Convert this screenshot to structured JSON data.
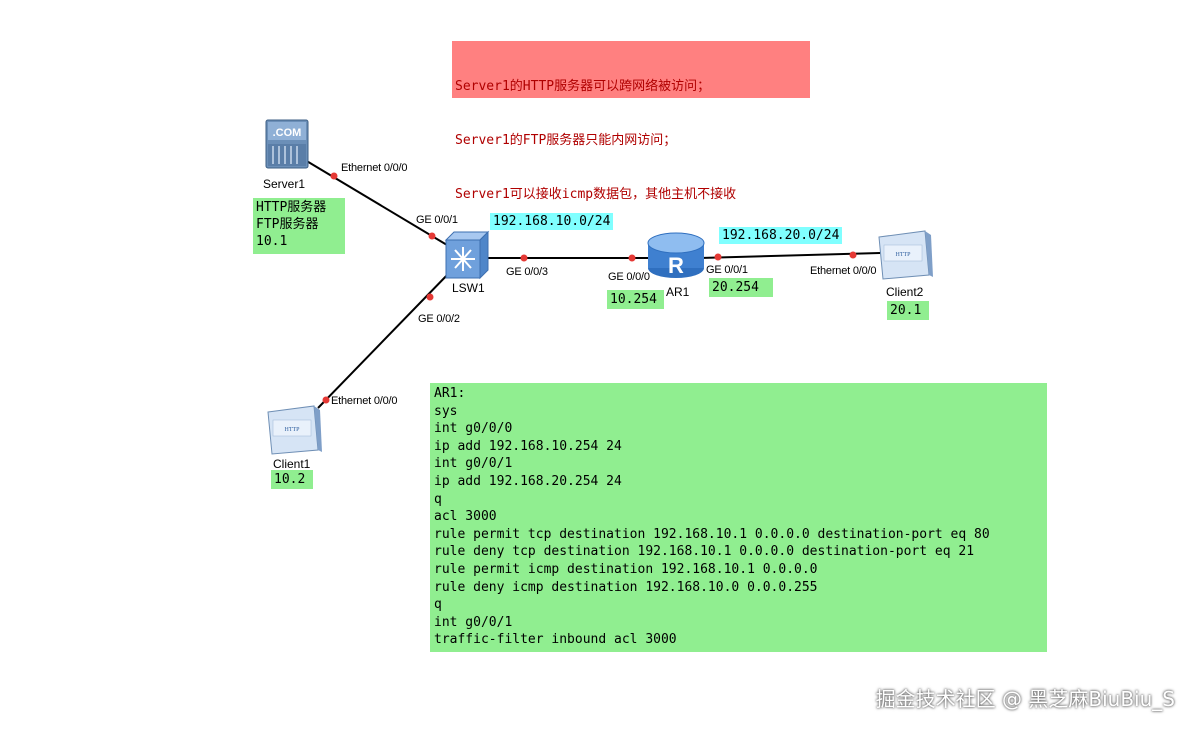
{
  "note": {
    "lines": [
      "Server1的HTTP服务器可以跨网络被访问；",
      "Server1的FTP服务器只能内网访问；",
      "Server1可以接收icmp数据包，其他主机不接收"
    ]
  },
  "devices": {
    "server1": {
      "name": "Server1",
      "icon_text": ".COM",
      "info": [
        "HTTP服务器",
        "FTP服务器",
        "10.1"
      ]
    },
    "lsw1": {
      "name": "LSW1"
    },
    "ar1": {
      "name": "AR1",
      "icon_text": "R"
    },
    "client1": {
      "name": "Client1",
      "icon_text": "HTTP",
      "ip": "10.2"
    },
    "client2": {
      "name": "Client2",
      "icon_text": "HTTP",
      "ip": "20.1"
    }
  },
  "ports": {
    "server1_eth": "Ethernet 0/0/0",
    "lsw1_ge001": "GE 0/0/1",
    "lsw1_ge002": "GE 0/0/2",
    "lsw1_ge003": "GE 0/0/3",
    "ar1_ge000": "GE 0/0/0",
    "ar1_ge001": "GE 0/0/1",
    "client1_eth": "Ethernet 0/0/0",
    "client2_eth": "Ethernet 0/0/0"
  },
  "networks": {
    "net1": "192.168.10.0/24",
    "net2": "192.168.20.0/24"
  },
  "ar1_ips": {
    "ge000": "10.254",
    "ge001": "20.254"
  },
  "config": [
    "AR1:",
    "sys",
    "int g0/0/0",
    "ip add 192.168.10.254 24",
    "int g0/0/1",
    "ip add 192.168.20.254 24",
    "q",
    "acl 3000",
    "rule permit tcp destination 192.168.10.1 0.0.0.0 destination-port eq 80",
    "rule deny tcp destination 192.168.10.1 0.0.0.0 destination-port eq 21",
    "rule permit icmp destination 192.168.10.1 0.0.0.0",
    "rule deny icmp destination 192.168.10.0 0.0.0.255",
    "q",
    "int g0/0/1",
    "traffic-filter inbound acl 3000"
  ],
  "watermark": "掘金技术社区 @ 黑芝麻BiuBiu_S",
  "colors": {
    "note_bg": "#ff8080",
    "note_text": "#b00000",
    "green": "#90ee90",
    "cyan": "#80ffff",
    "port_dot": "#e53935"
  }
}
